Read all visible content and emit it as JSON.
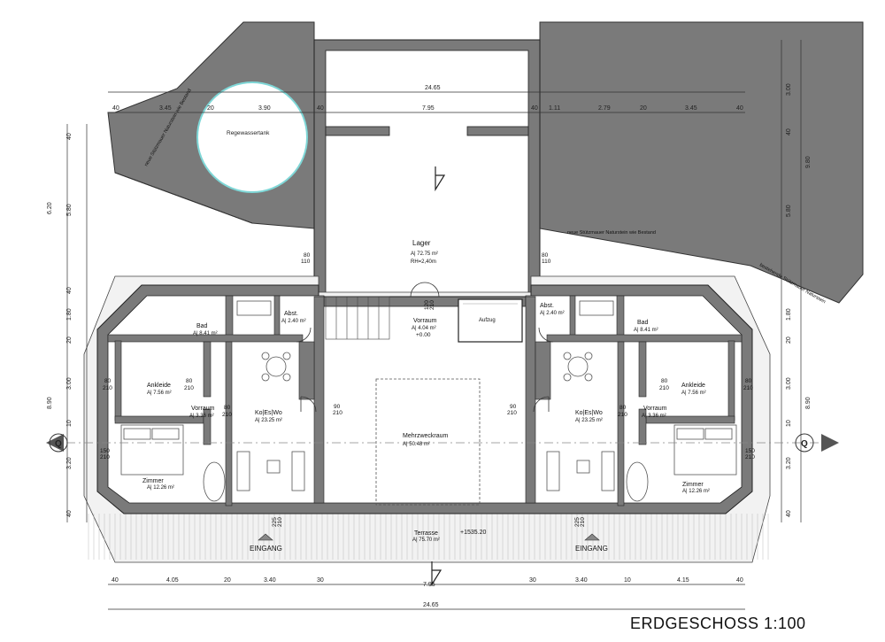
{
  "title": "ERDGESCHOSS 1:100",
  "dimensions": {
    "top_total": "24.65",
    "top_chain": [
      "40",
      "3.45",
      "20",
      "3.90",
      "40",
      "7.95",
      "40",
      "1.11",
      "2.79",
      "20",
      "3.45",
      "40"
    ],
    "bottom_chain": [
      "40",
      "4.05",
      "20",
      "3.40",
      "30",
      "7.95",
      "30",
      "3.40",
      "10",
      "4.15",
      "40"
    ],
    "bottom_total": "24.65",
    "left_top": [
      "40",
      "5.80",
      "40"
    ],
    "left_top_total": "6.20",
    "left_bottom": [
      "1.80",
      "20",
      "3.00",
      "10",
      "3.20",
      "40"
    ],
    "left_bottom_total": "8.90",
    "right_top": [
      "3.00",
      "40",
      "5.80"
    ],
    "right_top_total": "9.80",
    "right_bottom": [
      "1.80",
      "20",
      "3.00",
      "10",
      "3.20",
      "40"
    ],
    "right_bottom_total": "8.90"
  },
  "labels": {
    "regenwassertank": "Regewassertank",
    "wall_left": "neue Stützmauer Naturstein wie Bestand",
    "wall_right": "neue Stützmauer Naturstein wie Bestand",
    "wall_existing": "bestehende Stützmauer Naturstein",
    "eingang_left": "EINGANG",
    "eingang_right": "EINGANG",
    "elevation_terrace": "+1535.20",
    "elevation_vorraum": "+0.00",
    "section_marker": "Q"
  },
  "rooms": {
    "lager": {
      "name": "Lager",
      "area": "A| 72.75 m²",
      "height": "RH=2,40m"
    },
    "vorraum_center": {
      "name": "Vorraum",
      "area": "A| 4.04 m²"
    },
    "aufzug": {
      "name": "Aufzug"
    },
    "mehrzweckraum": {
      "name": "Mehrzweckraum",
      "area": "A| 50.48 m²"
    },
    "terrasse": {
      "name": "Terrasse",
      "area": "A| 75.70 m²"
    },
    "bad_left": {
      "name": "Bad",
      "area": "A| 8.41 m²"
    },
    "abst_left": {
      "name": "Abst.",
      "area": "A| 2.40 m²"
    },
    "ankleide_left": {
      "name": "Ankleide",
      "area": "A| 7.56 m²"
    },
    "vorraum_left": {
      "name": "Vorraum",
      "area": "A| 3.36 m²"
    },
    "kowo_left": {
      "name": "Ko|Es|Wo",
      "area": "A| 23.25 m²"
    },
    "zimmer_left": {
      "name": "Zimmer",
      "area": "A| 12.26 m²"
    },
    "abst_right": {
      "name": "Abst.",
      "area": "A| 2.40 m²"
    },
    "bad_right": {
      "name": "Bad",
      "area": "A| 8.41 m²"
    },
    "ankleide_right": {
      "name": "Ankleide",
      "area": "A| 7.56 m²"
    },
    "vorraum_right": {
      "name": "Vorraum",
      "area": "A| 3.36 m²"
    },
    "kowo_right": {
      "name": "Ko|Es|Wo",
      "area": "A| 23.25 m²"
    },
    "zimmer_right": {
      "name": "Zimmer",
      "area": "A| 12.26 m²"
    }
  },
  "doors": {
    "d80_110": [
      "80",
      "110"
    ],
    "d80_210": [
      "80",
      "210"
    ],
    "d90_210": [
      "90",
      "210"
    ],
    "d120_210": [
      "120",
      "210"
    ],
    "d150_210": [
      "150",
      "210"
    ],
    "d225_210": [
      "225",
      "210"
    ]
  }
}
